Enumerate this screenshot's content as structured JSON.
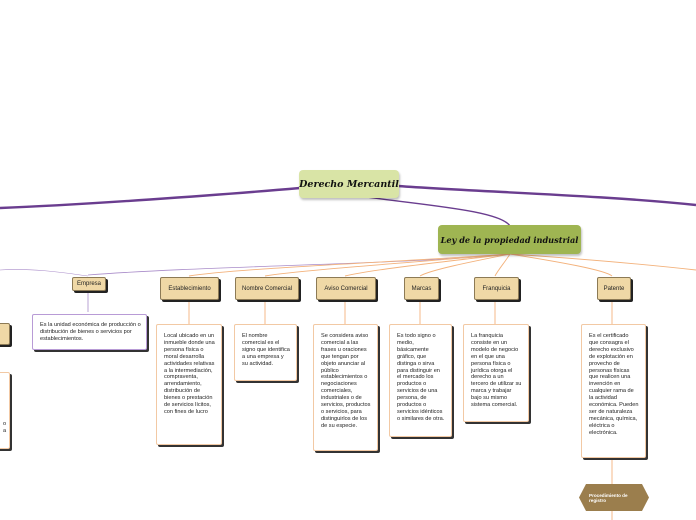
{
  "root": {
    "label": "Derecho Mercantil"
  },
  "subtopic": {
    "label": "Ley de la propiedad industrial"
  },
  "nodes": [
    {
      "label": "Empresa",
      "description": "Es la unidad económica de producción o distribución de bienes o servicios por establecimientos."
    },
    {
      "label": "Establecimiento",
      "description": "Local ubicado en un inmueble donde una persona física o moral desarrolla actividades relativas a la intermediación, compraventa, arrendamiento, distribución de bienes o prestación de servicios lícitos, con fines de lucro"
    },
    {
      "label": "Nombre Comercial",
      "description": "El nombre comercial es el signo que identifica a una empresa y su actividad."
    },
    {
      "label": "Aviso Comercial",
      "description": "Se considera aviso comercial a las frases u oraciones que tengan por objeto anunciar al público establecimientos o negociaciones comerciales, industriales o de servicios, productos o servicios, para distinguirlos de los de su especie."
    },
    {
      "label": "Marcas",
      "description": "Es todo signo o medio, básicamente gráfico, que distinga o sirva para distinguir en el mercado los productos o servicios de una persona, de productos o servicios idénticos o similares de otra."
    },
    {
      "label": "Franquicia",
      "description": "La franquicia consiste en un modelo de negocio en el que una persona física o jurídica otorga el derecho a un tercero de utilizar su marca y trabajar bajo su mismo sistema comercial."
    },
    {
      "label": "Patente",
      "description": "Es el certificado que consagra el derecho exclusivo de explotación en provecho de personas físicas que realicen una invención en cualquier rama de la actividad económica. Pueden ser de naturaleza mecánica, química, eléctrica o electrónica."
    }
  ],
  "extra": {
    "label": "Procedimiento de registro"
  },
  "left_partial": {
    "card_lines": [
      "o",
      "a"
    ]
  },
  "colors": {
    "purple_line": "#6a3d8f",
    "orange_line": "#f3b27c",
    "main_fill": "#d9e4a6",
    "sub_fill": "#9fb552",
    "tag_fill": "#efd8a6",
    "hex_fill": "#9b7e4d"
  }
}
